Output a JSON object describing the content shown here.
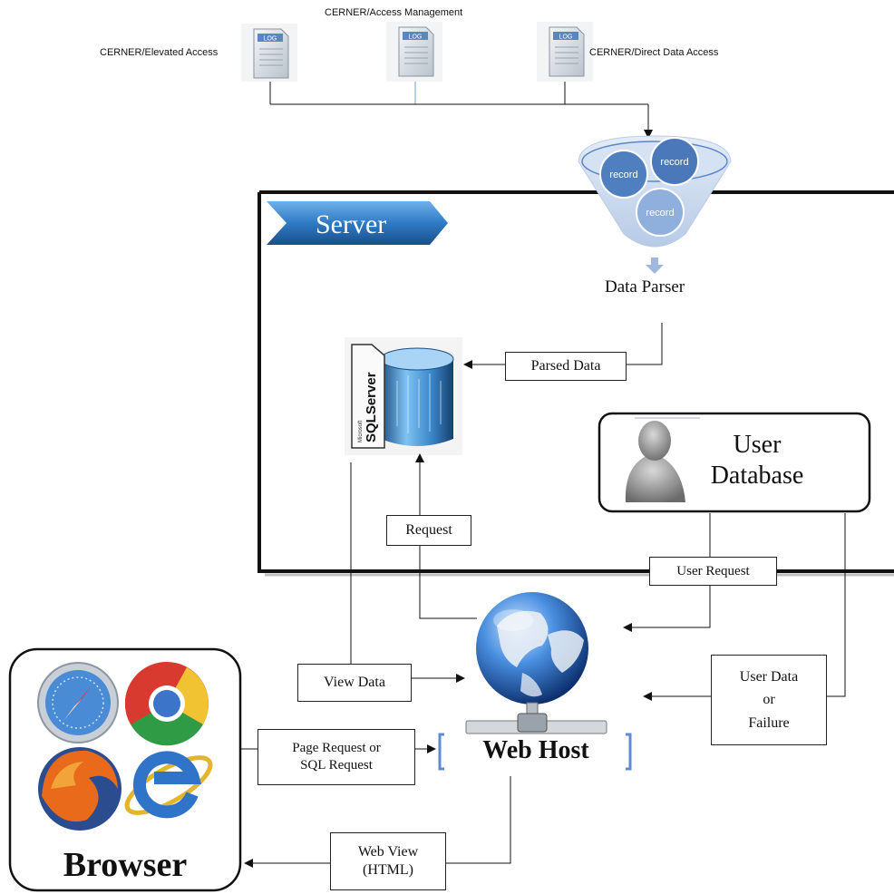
{
  "logs": {
    "elevated": "CERNER/Elevated  Access",
    "management": "CERNER/Access Management",
    "direct": "CERNER/Direct Data Access"
  },
  "parser": {
    "records": [
      "record",
      "record",
      "record"
    ],
    "label": "Data Parser"
  },
  "server": {
    "title": "Server"
  },
  "boxes": {
    "parsed_data": "Parsed Data",
    "request": "Request",
    "user_request": "User Request",
    "view_data": "View  Data",
    "user_data": [
      "User Data",
      "or",
      "Failure"
    ],
    "page_request": [
      "Page Request or",
      "SQL Request"
    ],
    "web_view": [
      "Web View",
      "(HTML)"
    ]
  },
  "user_db": {
    "line1": "User",
    "line2": "Database"
  },
  "web_host": {
    "label": "Web Host"
  },
  "browser": {
    "label": "Browser"
  },
  "sql_server": {
    "label": "SQLServer",
    "small": "Microsoft"
  },
  "log_icon_text": "LOG",
  "colors": {
    "server_banner": "#2e7bc4",
    "record_circle": "#4f7fbf",
    "funnel": "#c8d7ec",
    "globe": "#1f5fb0"
  }
}
